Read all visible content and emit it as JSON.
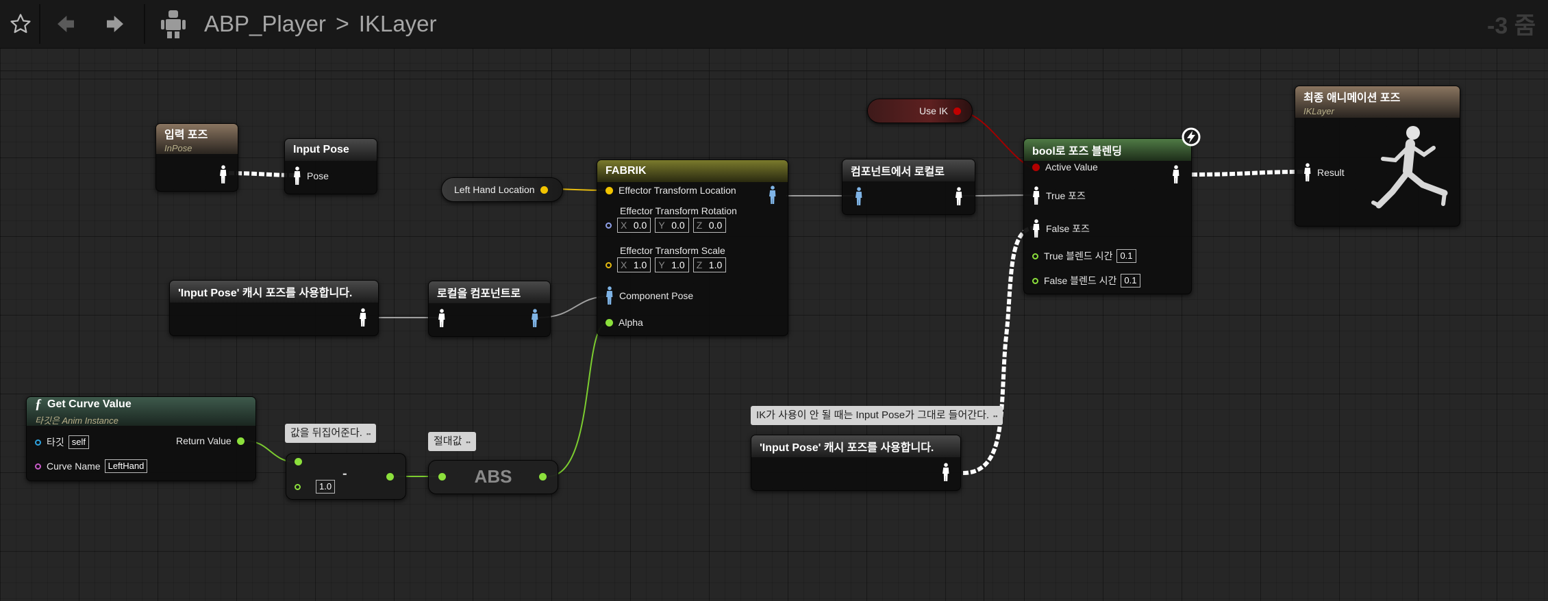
{
  "breadcrumb": {
    "blueprint": "ABP_Player",
    "separator": ">",
    "graph": "IKLayer"
  },
  "zoom_label": "-3 줌",
  "nodes": {
    "input_pose_var": {
      "title": "입력 포즈",
      "subtitle": "InPose"
    },
    "input_pose": {
      "title": "Input Pose",
      "pin": "Pose"
    },
    "left_hand_location": {
      "label": "Left Hand Location"
    },
    "fabrik": {
      "title": "FABRIK",
      "effector_location": "Effector Transform Location",
      "effector_rotation": "Effector Transform Rotation",
      "rotation": {
        "x_label": "X",
        "x": "0.0",
        "y_label": "Y",
        "y": "0.0",
        "z_label": "Z",
        "z": "0.0"
      },
      "effector_scale": "Effector Transform Scale",
      "scale": {
        "x_label": "X",
        "x": "1.0",
        "y_label": "Y",
        "y": "1.0",
        "z_label": "Z",
        "z": "1.0"
      },
      "component_pose": "Component Pose",
      "alpha": "Alpha"
    },
    "component_to_local": {
      "title": "컴포넌트에서 로컬로"
    },
    "use_ik": {
      "label": "Use IK"
    },
    "blend_by_bool": {
      "title": "bool로 포즈 블렌딩",
      "active_value": "Active Value",
      "true_pose": "True 포즈",
      "false_pose": "False 포즈",
      "true_blend": "True 블렌드 시간",
      "true_blend_value": "0.1",
      "false_blend": "False 블렌드 시간",
      "false_blend_value": "0.1"
    },
    "output_pose": {
      "title": "최종 애니메이션 포즈",
      "subtitle": "IKLayer",
      "pin": "Result"
    },
    "cache_pose_1": {
      "title": "'Input Pose' 캐시 포즈를 사용합니다."
    },
    "local_to_component": {
      "title": "로컬을 컴포넌트로"
    },
    "get_curve_value": {
      "title": "Get Curve Value",
      "subtitle": "타깃은 Anim Instance",
      "target": "타깃",
      "target_value": "self",
      "curve_name": "Curve Name",
      "curve_value": "LeftHand",
      "return_value": "Return Value"
    },
    "subtract": {
      "value": "1.0",
      "operator": "-"
    },
    "abs": {
      "label": "ABS"
    },
    "cache_pose_2": {
      "title": "'Input Pose' 캐시 포즈를 사용합니다."
    }
  },
  "comments": {
    "invert": "값을 뒤집어준다.",
    "abs": "절대값",
    "ik_off": "IK가 사용이 안 될 때는 Input Pose가 그대로 들어간다."
  },
  "colors": {
    "pose_pin": "#ffffff",
    "component_pose_pin": "#7fb4e6",
    "float_pin": "#8ce03c",
    "bool_pin": "#b30000",
    "vector_pin": "#f2c400",
    "rotator_pin": "#8fa0e8",
    "string_pin": "#c85cc8",
    "object_pin": "#2ea3e0"
  }
}
